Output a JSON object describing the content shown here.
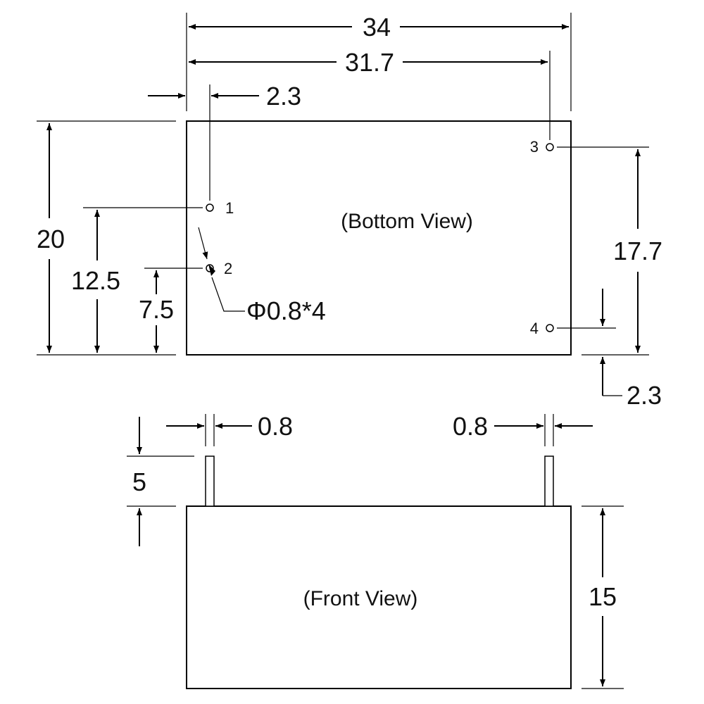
{
  "views": {
    "bottom": "(Bottom View)",
    "front": "(Front View)"
  },
  "pins": [
    "1",
    "2",
    "3",
    "4"
  ],
  "dimensions": {
    "width_total": "34",
    "pin_span_x": "31.7",
    "pin_offset_left": "2.3",
    "height_total": "20",
    "pin1_y": "12.5",
    "pin2_y": "7.5",
    "pin_span_y": "17.7",
    "pin_offset_bottom": "2.3",
    "hole_callout": "Φ0.8*4",
    "pin_width_left": "0.8",
    "pin_width_right": "0.8",
    "pin_length": "5",
    "body_height": "15"
  }
}
